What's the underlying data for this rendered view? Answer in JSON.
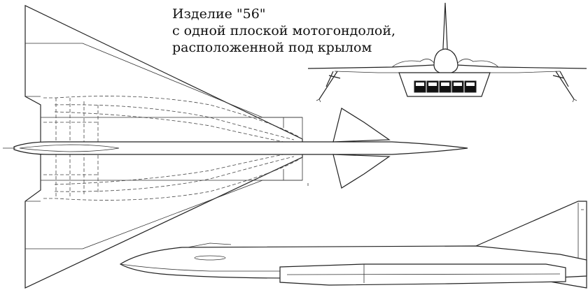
{
  "caption": {
    "line1": "Изделие \"56\"",
    "line2": "с одной плоской мотогондолой,",
    "line3": "расположенной под крылом"
  },
  "colors": {
    "ink": "#222222",
    "paper": "#ffffff",
    "nozzle": "#111111"
  },
  "front_view": {
    "nozzle_count": 5
  }
}
